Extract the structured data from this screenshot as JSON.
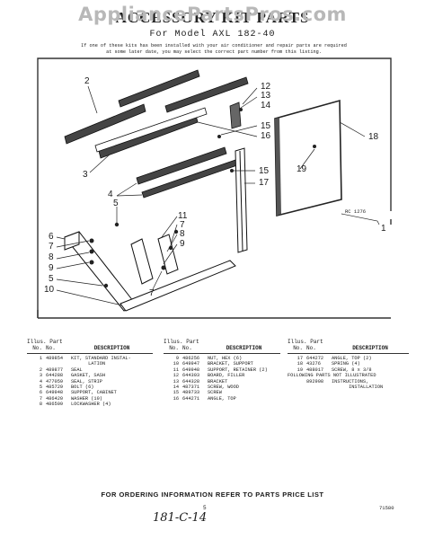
{
  "watermark": "AppliancePartsPros.com",
  "header": {
    "title": "ACCESSORY KIT PARTS",
    "subtitle": "For Model AXL 182-40",
    "note": "If one of these kits has been installed with your air conditioner and repair parts are required at some later date, you may select the correct part number from this listing."
  },
  "diagram": {
    "callouts": [
      "1",
      "2",
      "3",
      "4",
      "5",
      "6",
      "7",
      "8",
      "9",
      "5",
      "10",
      "11",
      "7",
      "8",
      "9",
      "7",
      "12",
      "13",
      "14",
      "15",
      "16",
      "15",
      "17",
      "18",
      "19"
    ],
    "ref_code": "RC 1276"
  },
  "parts_table": {
    "illus_label": "Illus.",
    "part_label": "Part",
    "no_label": "No.",
    "description_label": "DESCRIPTION",
    "columns": [
      [
        {
          "no": "1",
          "part": "489854",
          "desc": "KIT, STANDARD INSTAL-\n      LATION"
        },
        {
          "no": "2",
          "part": "489877",
          "desc": "SEAL"
        },
        {
          "no": "3",
          "part": "644288",
          "desc": "GASKET, SASH"
        },
        {
          "no": "4",
          "part": "477059",
          "desc": "SEAL, STRIP"
        },
        {
          "no": "5",
          "part": "485729",
          "desc": "BOLT (6)"
        },
        {
          "no": "6",
          "part": "649948",
          "desc": "SUPPORT, CABINET"
        },
        {
          "no": "7",
          "part": "486420",
          "desc": "WASHER (10)"
        },
        {
          "no": "8",
          "part": "486509",
          "desc": "LOCKWASHER (4)"
        }
      ],
      [
        {
          "no": "9",
          "part": "486256",
          "desc": "NUT, HEX (6)"
        },
        {
          "no": "10",
          "part": "649947",
          "desc": "BRACKET, SUPPORT"
        },
        {
          "no": "11",
          "part": "649948",
          "desc": "SUPPORT, RETAINER (2)"
        },
        {
          "no": "12",
          "part": "644303",
          "desc": "BOARD, FILLER"
        },
        {
          "no": "13",
          "part": "644328",
          "desc": "BRACKET"
        },
        {
          "no": "14",
          "part": "487371",
          "desc": "SCREW, WOOD"
        },
        {
          "no": "15",
          "part": "489733",
          "desc": "SCREW"
        },
        {
          "no": "16",
          "part": "644271",
          "desc": "ANGLE, TOP"
        }
      ],
      [
        {
          "no": "17",
          "part": "644272",
          "desc": "ANGLE, TOP (2)"
        },
        {
          "no": "18",
          "part": "43276",
          "desc": "SPRING (4)"
        },
        {
          "no": "19",
          "part": "488017",
          "desc": "SCREW, 8 x 3/8"
        },
        {
          "no": "",
          "part": "",
          "desc": ""
        },
        {
          "no": "",
          "part": "",
          "desc": "FOLLOWING PARTS NOT ILLUSTRATED"
        },
        {
          "no": "",
          "part": "892908",
          "desc": "INSTRUCTIONS,\n      INSTALLATION"
        }
      ]
    ]
  },
  "footer": {
    "ordering": "FOR ORDERING INFORMATION REFER TO PARTS PRICE LIST",
    "page": "5",
    "handwritten": "181-C-14",
    "code": "71580"
  }
}
